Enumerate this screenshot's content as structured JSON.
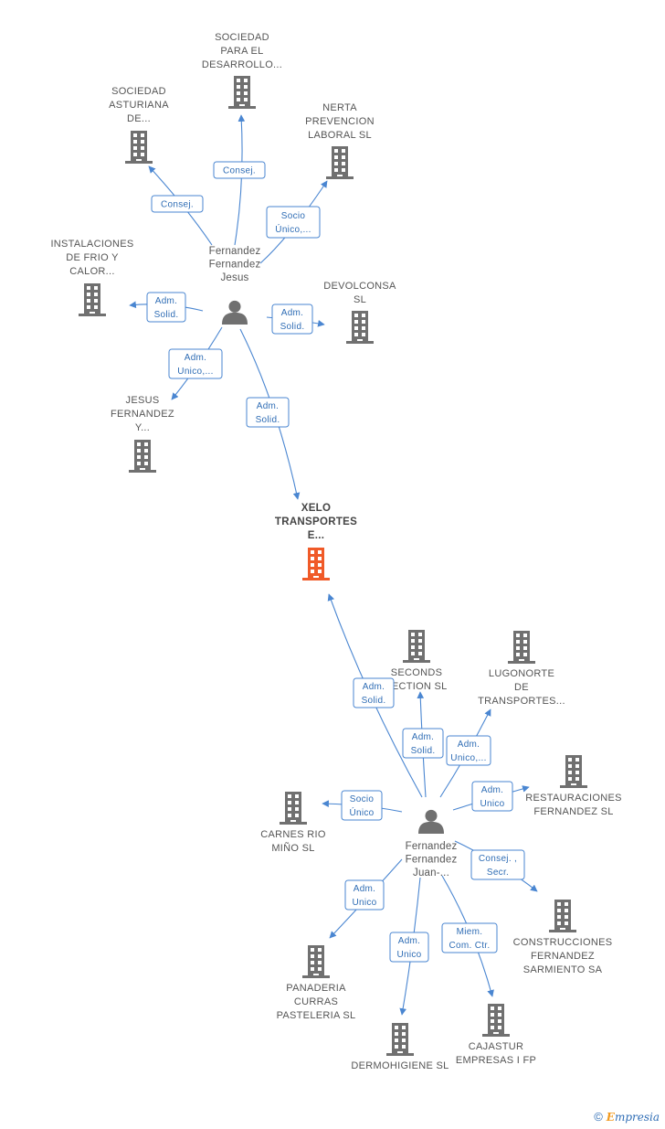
{
  "colors": {
    "edge": "#4a86d1",
    "building": "#707070",
    "building_main": "#f05a28",
    "person": "#707070"
  },
  "persons": {
    "jesus": {
      "lines": [
        "Fernandez",
        "Fernandez",
        "Jesus"
      ]
    },
    "juan": {
      "lines": [
        "Fernandez",
        "Fernandez",
        "Juan-..."
      ]
    }
  },
  "companies": {
    "sociedad_desarrollo": {
      "lines": [
        "SOCIEDAD",
        "PARA EL",
        "DESARROLLO..."
      ]
    },
    "sociedad_asturiana": {
      "lines": [
        "SOCIEDAD",
        "ASTURIANA",
        "DE..."
      ]
    },
    "nerta": {
      "lines": [
        "NERTA",
        "PREVENCION",
        "LABORAL SL"
      ]
    },
    "instalaciones": {
      "lines": [
        "INSTALACIONES",
        "DE FRIO Y",
        "CALOR..."
      ]
    },
    "devolconsa": {
      "lines": [
        "DEVOLCONSA",
        "SL"
      ]
    },
    "jesus_fernandez": {
      "lines": [
        "JESUS",
        "FERNANDEZ",
        "Y..."
      ]
    },
    "xelo": {
      "lines": [
        "XELO",
        "TRANSPORTES",
        "E..."
      ]
    },
    "seconds": {
      "lines": [
        "SECONDS",
        "LECTION SL"
      ]
    },
    "lugonorte": {
      "lines": [
        "LUGONORTE",
        "DE",
        "TRANSPORTES..."
      ]
    },
    "restauraciones": {
      "lines": [
        "RESTAURACIONES",
        "FERNANDEZ SL"
      ]
    },
    "carnes": {
      "lines": [
        "CARNES RIO",
        "MIÑO SL"
      ]
    },
    "construcciones": {
      "lines": [
        "CONSTRUCCIONES",
        "FERNANDEZ",
        "SARMIENTO SA"
      ]
    },
    "panaderia": {
      "lines": [
        "PANADERIA",
        "CURRAS",
        "PASTELERIA SL"
      ]
    },
    "dermohigiene": {
      "lines": [
        "DERMOHIGIENE SL"
      ]
    },
    "cajastur": {
      "lines": [
        "CAJASTUR",
        "EMPRESAS I FP"
      ]
    }
  },
  "relations": {
    "jesus_sociedad_desarrollo": [
      "Consej."
    ],
    "jesus_sociedad_asturiana": [
      "Consej."
    ],
    "jesus_nerta": [
      "Socio",
      "Único,..."
    ],
    "jesus_instalaciones": [
      "Adm.",
      "Solid."
    ],
    "jesus_devolconsa": [
      "Adm.",
      "Solid."
    ],
    "jesus_jesus_fernandez": [
      "Adm.",
      "Unico,..."
    ],
    "jesus_xelo": [
      "Adm.",
      "Solid."
    ],
    "juan_xelo": [
      "Adm.",
      "Solid."
    ],
    "juan_seconds": [
      "Adm.",
      "Solid."
    ],
    "juan_lugonorte": [
      "Adm.",
      "Unico,..."
    ],
    "juan_restauraciones": [
      "Adm.",
      "Unico"
    ],
    "juan_carnes": [
      "Socio",
      "Único"
    ],
    "juan_construcciones": [
      "Consej. ,",
      "Secr."
    ],
    "juan_panaderia": [
      "Adm.",
      "Unico"
    ],
    "juan_dermohigiene": [
      "Adm.",
      "Unico"
    ],
    "juan_cajastur": [
      "Miem.",
      "Com. Ctr."
    ]
  },
  "footer": {
    "copyright": "©",
    "brand_initial": "E",
    "brand_rest": "mpresia"
  }
}
